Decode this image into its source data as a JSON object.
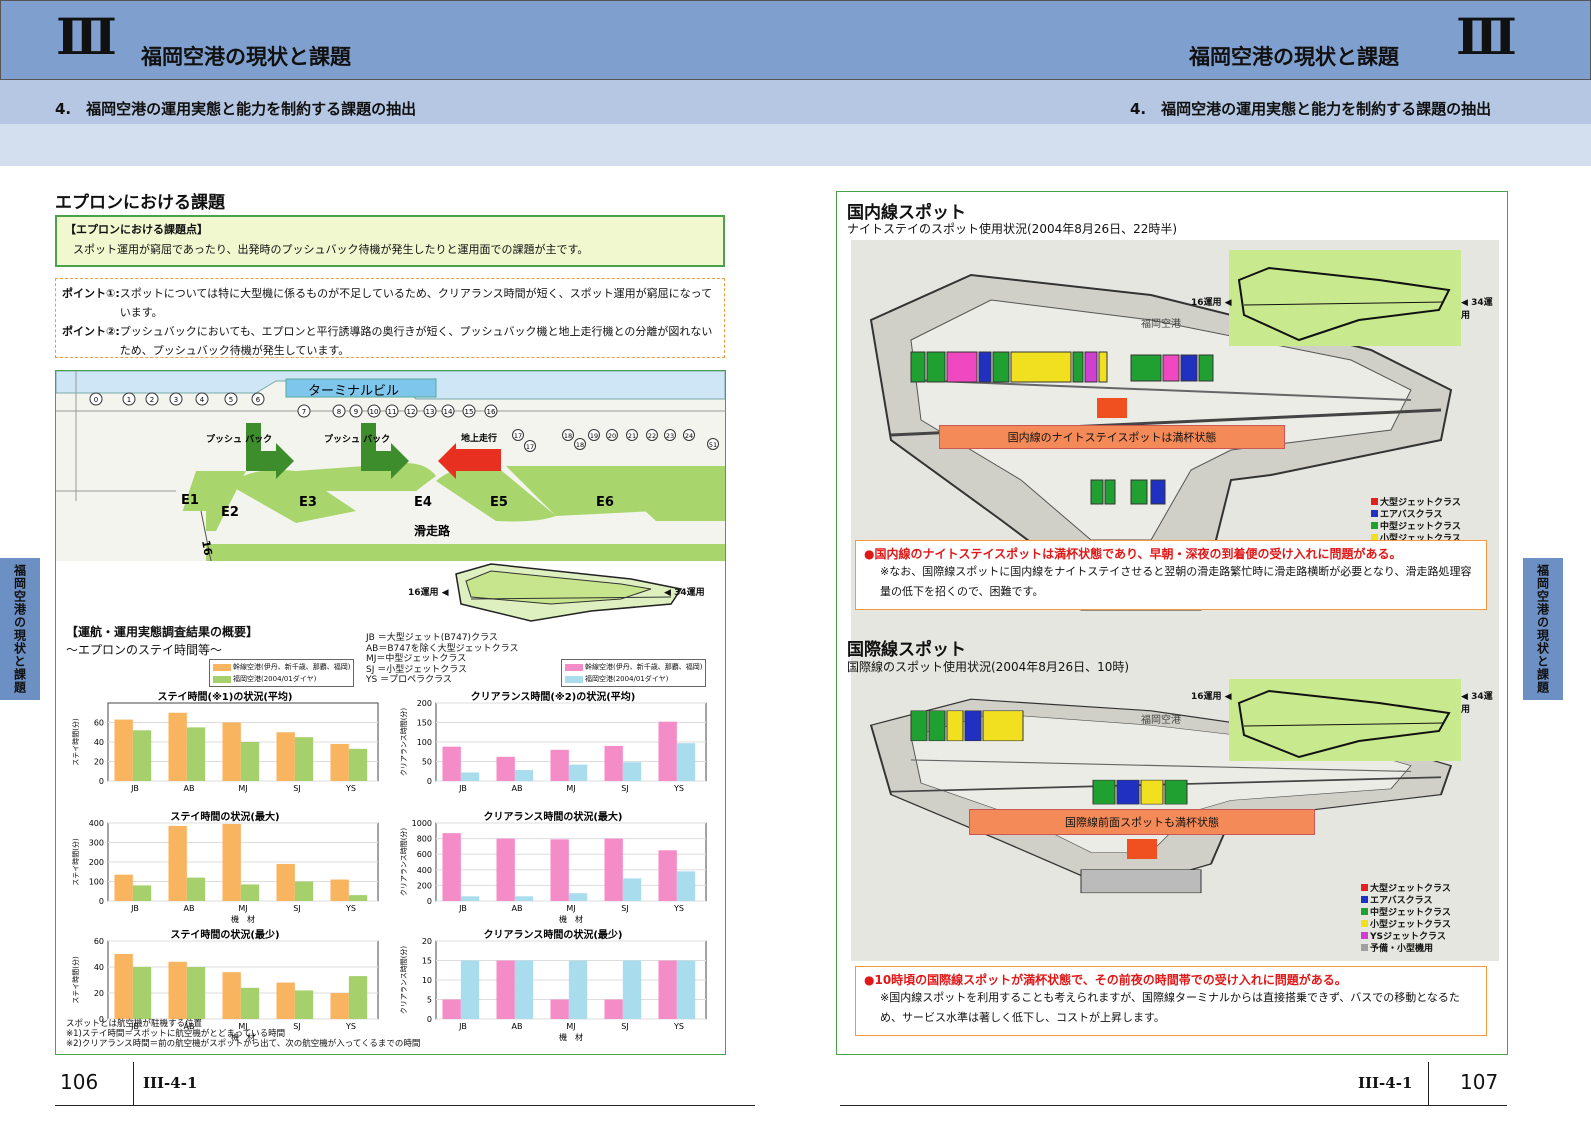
{
  "header": {
    "roman": "Ⅲ",
    "title": "福岡空港の現状と課題",
    "subtitle": "4.　福岡空港の運用実態と能力を制約する課題の抽出"
  },
  "left": {
    "section_title": "エプロンにおける課題",
    "summary_box": {
      "heading": "【エプロンにおける課題点】",
      "text": "スポット運用が窮屈であったり、出発時のプッシュバック待機が発生したりと運用面での課題が主です。"
    },
    "points": [
      {
        "label": "ポイント①:",
        "text": "スポットについては特に大型機に係るものが不足しているため、クリアランス時間が短く、スポット運用が窮屈になっています。"
      },
      {
        "label": "ポイント②:",
        "text": "プッシュバックにおいても、エプロンと平行誘導路の奥行きが短く、プッシュバック機と地上走行機との分離が図れないため、プッシュバック待機が発生しています。"
      }
    ],
    "diagram": {
      "terminal": "ターミナルビル",
      "spots": [
        "0",
        "1",
        "2",
        "3",
        "4",
        "5",
        "6",
        "7",
        "8",
        "9",
        "10",
        "11",
        "12",
        "13",
        "14",
        "15",
        "16"
      ],
      "spots_lower": [
        "17",
        "17",
        "18",
        "18",
        "19",
        "20",
        "21",
        "22",
        "23",
        "24",
        "51"
      ],
      "pushback": "プッシュ\nバック",
      "ground": "地上走行",
      "taxiways": [
        "E1",
        "E2",
        "E3",
        "E4",
        "E5",
        "E6"
      ],
      "runway": "滑走路",
      "runway_no": "16",
      "op16": "16運用",
      "op34": "34運用"
    },
    "survey": {
      "title": "【運航・運用実態調査結果の概要】",
      "subtitle": "～エプロンのステイ時間等～",
      "classes": [
        "JB ＝大型ジェット(B747)クラス",
        "AB＝B747を除く大型ジェットクラス",
        "MJ＝中型ジェットクラス",
        "SJ ＝小型ジェットクラス",
        "YS ＝プロペラクラス"
      ],
      "legend_left": [
        "幹線空港(伊丹、新千歳、那覇、福岡)",
        "福岡空港(2004/01ダイヤ)"
      ],
      "legend_right": [
        "幹線空港(伊丹、新千歳、那覇、福岡)",
        "福岡空港(2004/01ダイヤ)"
      ],
      "notes": [
        "スポットとは航空機が駐機する位置",
        "※1)ステイ時間＝スポットに航空機がとどまっている時間",
        "※2)クリアランス時間＝前の航空機がスポットから出て、次の航空機が入ってくるまでの時間"
      ]
    },
    "page": "106",
    "code": "III-4-1"
  },
  "chart_data": [
    {
      "type": "bar",
      "title": "ステイ時間(※1)の状況(平均)",
      "ylabel": "ステイ時間(分)",
      "xlabel": "",
      "categories": [
        "JB",
        "AB",
        "MJ",
        "SJ",
        "YS"
      ],
      "ylim": [
        0,
        80
      ],
      "yticks": [
        0,
        20,
        40,
        60
      ],
      "series": [
        {
          "name": "幹線空港(伊丹、新千歳、那覇、福岡)",
          "values": [
            63,
            70,
            60,
            50,
            38
          ]
        },
        {
          "name": "福岡空港(2004/01ダイヤ)",
          "values": [
            52,
            55,
            40,
            45,
            33
          ]
        }
      ],
      "colors": [
        "#f9b460",
        "#a6d06c"
      ]
    },
    {
      "type": "bar",
      "title": "クリアランス時間(※2)の状況(平均)",
      "ylabel": "クリアランス時間(分)",
      "xlabel": "",
      "categories": [
        "JB",
        "AB",
        "MJ",
        "SJ",
        "YS"
      ],
      "ylim": [
        0,
        200
      ],
      "yticks": [
        0,
        50,
        100,
        150,
        200
      ],
      "series": [
        {
          "name": "幹線空港(伊丹、新千歳、那覇、福岡)",
          "values": [
            88,
            62,
            80,
            90,
            152
          ]
        },
        {
          "name": "福岡空港(2004/01ダイヤ)",
          "values": [
            22,
            28,
            42,
            48,
            97
          ]
        }
      ],
      "colors": [
        "#f48cc8",
        "#a9dced"
      ]
    },
    {
      "type": "bar",
      "title": "ステイ時間の状況(最大)",
      "ylabel": "ステイ時間(分)",
      "xlabel": "機　材",
      "categories": [
        "JB",
        "AB",
        "MJ",
        "SJ",
        "YS"
      ],
      "ylim": [
        0,
        400
      ],
      "yticks": [
        0,
        100,
        200,
        300,
        400
      ],
      "series": [
        {
          "name": "幹線空港(伊丹、新千歳、那覇、福岡)",
          "values": [
            135,
            385,
            395,
            190,
            110
          ]
        },
        {
          "name": "福岡空港(2004/01ダイヤ)",
          "values": [
            80,
            120,
            85,
            100,
            30
          ]
        }
      ],
      "colors": [
        "#f9b460",
        "#a6d06c"
      ]
    },
    {
      "type": "bar",
      "title": "クリアランス時間の状況(最大)",
      "ylabel": "クリアランス時間(分)",
      "xlabel": "機　材",
      "categories": [
        "JB",
        "AB",
        "MJ",
        "SJ",
        "YS"
      ],
      "ylim": [
        0,
        1000
      ],
      "yticks": [
        0,
        200,
        400,
        600,
        800,
        1000
      ],
      "series": [
        {
          "name": "幹線空港(伊丹、新千歳、那覇、福岡)",
          "values": [
            870,
            800,
            790,
            800,
            650
          ]
        },
        {
          "name": "福岡空港(2004/01ダイヤ)",
          "values": [
            60,
            60,
            100,
            290,
            380
          ]
        }
      ],
      "colors": [
        "#f48cc8",
        "#a9dced"
      ]
    },
    {
      "type": "bar",
      "title": "ステイ時間の状況(最少)",
      "ylabel": "ステイ時間(分)",
      "xlabel": "機　材",
      "categories": [
        "JB",
        "AB",
        "MJ",
        "SJ",
        "YS"
      ],
      "ylim": [
        0,
        60
      ],
      "yticks": [
        0,
        20,
        40,
        60
      ],
      "series": [
        {
          "name": "幹線空港(伊丹、新千歳、那覇、福岡)",
          "values": [
            50,
            44,
            36,
            28,
            20
          ]
        },
        {
          "name": "福岡空港(2004/01ダイヤ)",
          "values": [
            40,
            40,
            24,
            22,
            33
          ]
        }
      ],
      "colors": [
        "#f9b460",
        "#a6d06c"
      ]
    },
    {
      "type": "bar",
      "title": "クリアランス時間の状況(最少)",
      "ylabel": "クリアランス時間(分)",
      "xlabel": "機　材",
      "categories": [
        "JB",
        "AB",
        "MJ",
        "SJ",
        "YS"
      ],
      "ylim": [
        0,
        20
      ],
      "yticks": [
        0,
        5,
        10,
        15,
        20
      ],
      "series": [
        {
          "name": "幹線空港(伊丹、新千歳、那覇、福岡)",
          "values": [
            5,
            15,
            5,
            5,
            15
          ]
        },
        {
          "name": "福岡空港(2004/01ダイヤ)",
          "values": [
            15,
            15,
            15,
            15,
            15
          ]
        }
      ],
      "colors": [
        "#f48cc8",
        "#a9dced"
      ]
    }
  ],
  "right": {
    "domestic": {
      "title": "国内線スポット",
      "subtitle": "ナイトステイのスポット使用状況(2004年8月26日、22時半)",
      "banner": "国内線のナイトステイスポットは満杯状態",
      "airport_label": "福岡空港",
      "alert": "●国内線のナイトステイスポットは満杯状態であり、早朝・深夜の到着便の受け入れに問題がある。",
      "note": "※なお、国際線スポットに国内線をナイトステイさせると翌朝の滑走路繁忙時に滑走路横断が必要となり、滑走路処理容量の低下を招くので、困難です。"
    },
    "international": {
      "title": "国際線スポット",
      "subtitle": "国際線のスポット使用状況(2004年8月26日、10時)",
      "banner": "国際線前面スポットも満杯状態",
      "airport_label": "福岡空港",
      "alert": "●10時頃の国際線スポットが満杯状態で、その前夜の時間帯での受け入れに問題がある。",
      "note": "※国内線スポットを利用することも考えられますが、国際線ターミナルからは直接搭乗できず、バスでの移動となるため、サービス水準は著しく低下し、コストが上昇します。"
    },
    "legend": [
      {
        "label": "大型ジェットクラス",
        "color": "#e52020"
      },
      {
        "label": "エアバスクラス",
        "color": "#2030c0"
      },
      {
        "label": "中型ジェットクラス",
        "color": "#20a030"
      },
      {
        "label": "小型ジェットクラス",
        "color": "#f0e020"
      },
      {
        "label": "YSジェットクラス",
        "color": "#d040d0"
      },
      {
        "label": "予備・小型機用",
        "color": "#a0a0a0"
      }
    ],
    "op16": "16運用",
    "op34": "34運用",
    "page": "107",
    "code": "III-4-1"
  },
  "side_tab": "福岡空港の現状と課題"
}
